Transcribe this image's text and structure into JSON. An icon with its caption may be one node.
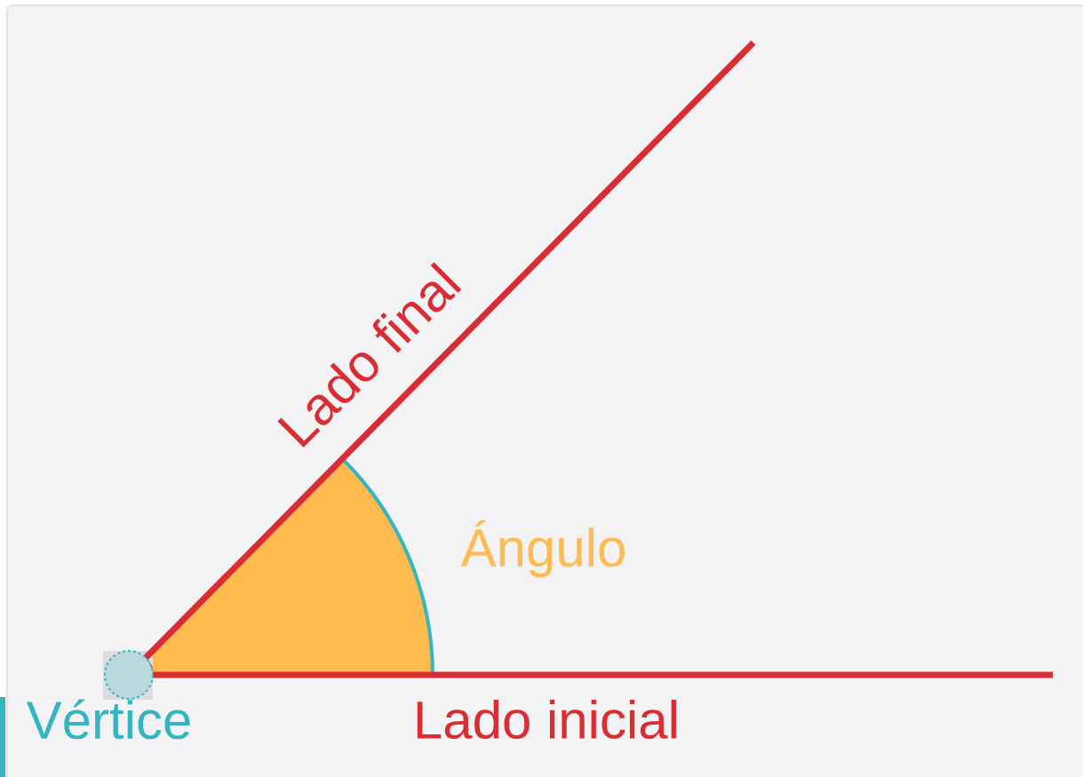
{
  "diagram": {
    "labels": [
      "Lado final",
      "Ángulo",
      "Vértice",
      "Lado inicial"
    ]
  }
}
